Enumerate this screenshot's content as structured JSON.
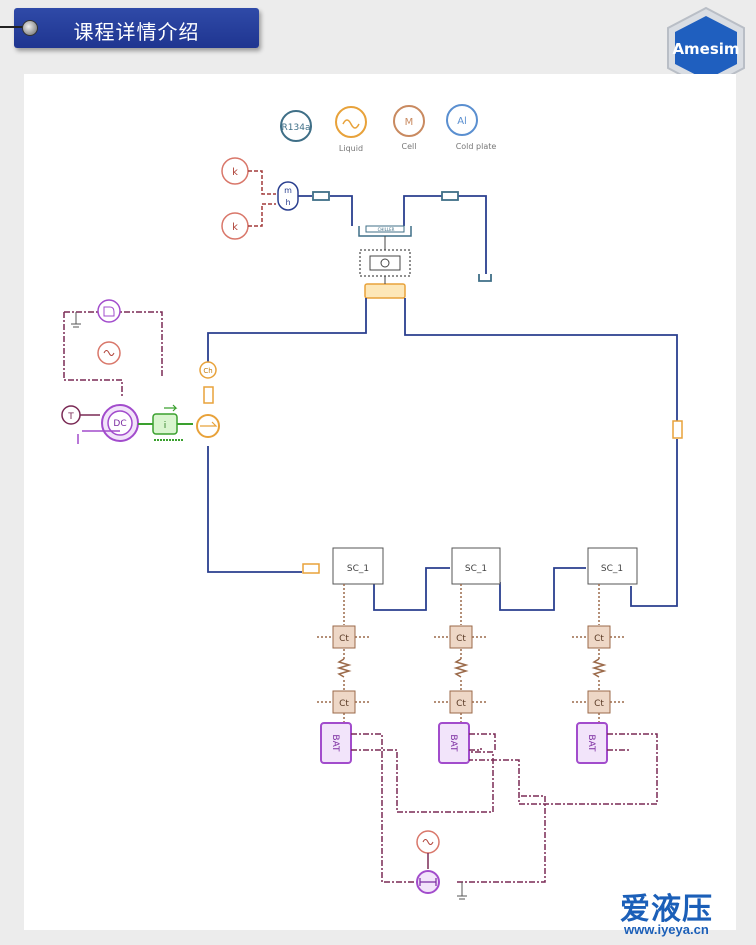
{
  "header": {
    "title": "课程详情介绍"
  },
  "logos": {
    "amesim": "Amesim",
    "iyeya_main": "爱液压",
    "iyeya_url": "www.iyeya.cn"
  },
  "legend": [
    {
      "symbol": "R134a",
      "label": "",
      "color": "#3f6f87"
    },
    {
      "symbol": "",
      "label": "Liquid",
      "color": "#e8a23a"
    },
    {
      "symbol": "M",
      "label": "Cell",
      "color": "#c98a60"
    },
    {
      "symbol": "Al",
      "label": "Cold plate",
      "color": "#5a8fd0"
    }
  ],
  "components": {
    "k_top": "k",
    "k_bottom": "k",
    "mh_top": "m",
    "mh_bottom": "h",
    "chiller_label": "CHILLER",
    "ch_label": "Ch",
    "dc_motor": "DC",
    "inertia": "i",
    "temp_source": "T",
    "sc_labels": [
      "SC_1",
      "SC_1",
      "SC_1"
    ],
    "ct_labels": [
      "Ct",
      "Ct",
      "Ct",
      "Ct",
      "Ct",
      "Ct"
    ],
    "bat_labels": [
      "BAT",
      "BAT",
      "BAT"
    ]
  },
  "colors": {
    "refrigerant": "#2a3f8f",
    "liquid": "#e8a23a",
    "signal": "#7a2a55",
    "electric": "#a24ccc",
    "thermal": "#9b6a4a",
    "mechanical": "#3aa02e"
  }
}
